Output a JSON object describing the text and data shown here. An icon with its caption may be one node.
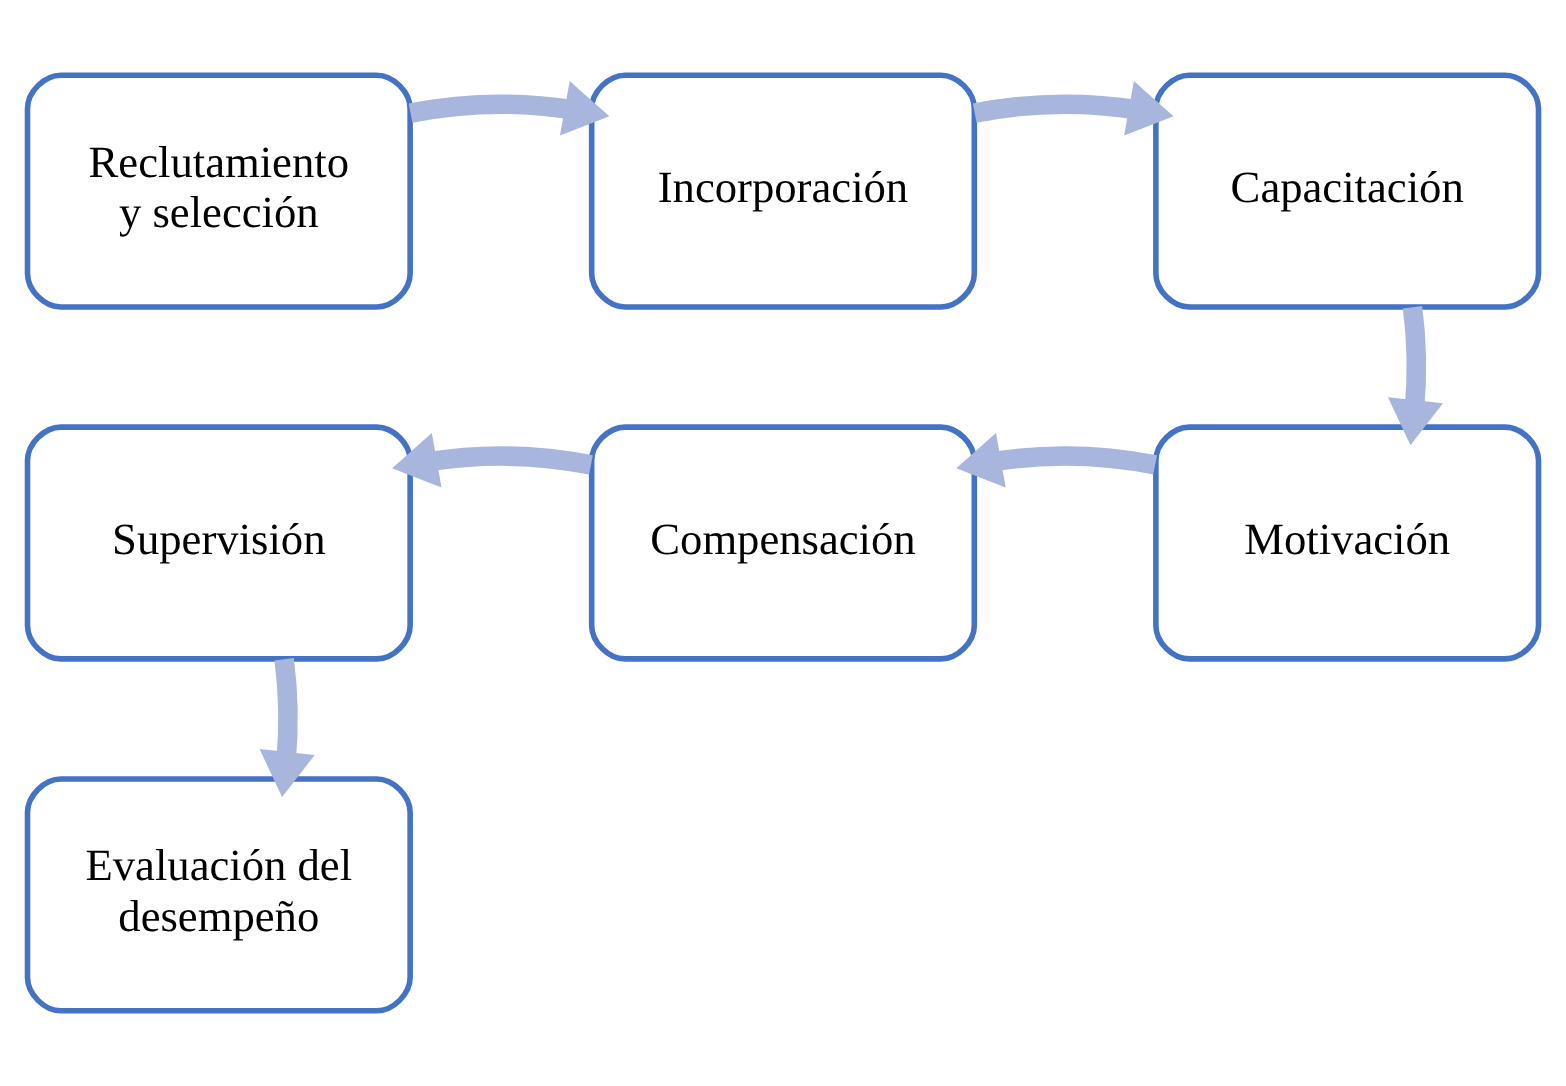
{
  "diagram": {
    "nodes": [
      {
        "text": [
          "Reclutamiento y selección"
        ]
      },
      {
        "text": [
          "Incorporación"
        ]
      },
      {
        "text": [
          "Capacitación"
        ]
      },
      {
        "text": [
          "Motivación"
        ]
      },
      {
        "text": [
          "Compensación"
        ]
      },
      {
        "text": [
          "Supervisión"
        ]
      },
      {
        "text": [
          "Evaluación del desempeño"
        ]
      }
    ],
    "edges": [
      {
        "from": 0,
        "to": 1,
        "arrow": "to"
      },
      {
        "from": 1,
        "to": 2,
        "arrow": "to"
      },
      {
        "from": 2,
        "to": 3,
        "arrow": "to"
      },
      {
        "from": 3,
        "to": 4,
        "arrow": "to"
      },
      {
        "from": 4,
        "to": 5,
        "arrow": "to"
      },
      {
        "from": 5,
        "to": 6,
        "arrow": "to"
      }
    ]
  }
}
